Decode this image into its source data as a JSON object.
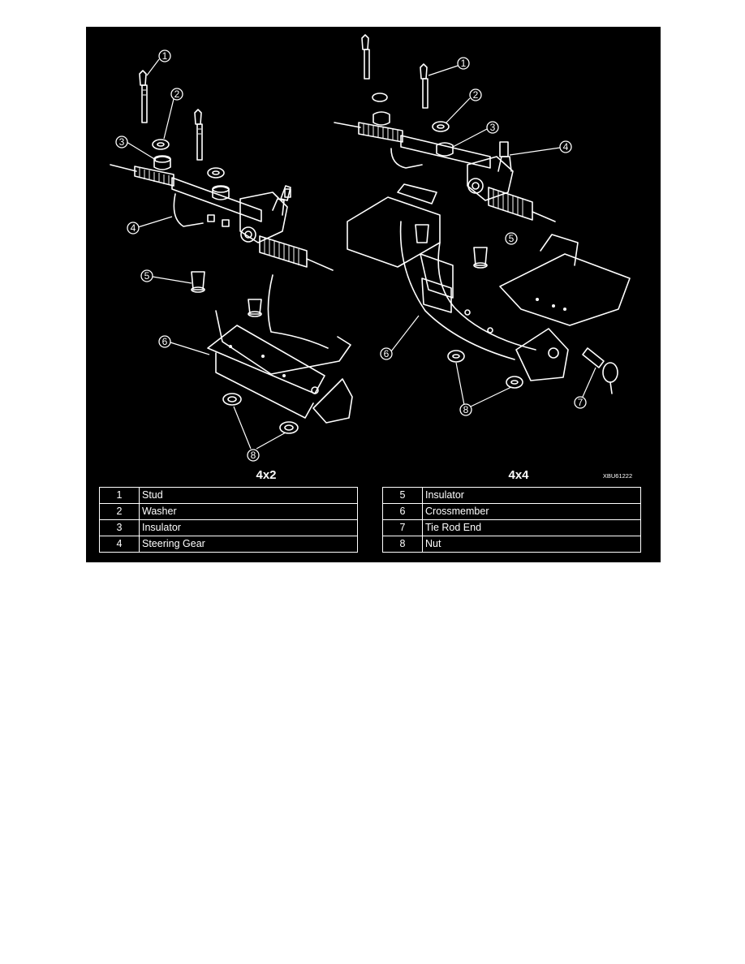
{
  "figure": {
    "headings": {
      "left": "4x2",
      "right": "4x4"
    },
    "figure_code": "XBU61222",
    "callouts_4x2": [
      "1",
      "2",
      "3",
      "4",
      "5",
      "6",
      "8"
    ],
    "callouts_4x4": [
      "1",
      "2",
      "3",
      "4",
      "5",
      "6",
      "7",
      "8"
    ]
  },
  "legend_left": [
    {
      "num": "1",
      "name": "Stud"
    },
    {
      "num": "2",
      "name": "Washer"
    },
    {
      "num": "3",
      "name": "Insulator"
    },
    {
      "num": "4",
      "name": "Steering Gear"
    }
  ],
  "legend_right": [
    {
      "num": "5",
      "name": "Insulator"
    },
    {
      "num": "6",
      "name": "Crossmember"
    },
    {
      "num": "7",
      "name": "Tie Rod End"
    },
    {
      "num": "8",
      "name": "Nut"
    }
  ]
}
